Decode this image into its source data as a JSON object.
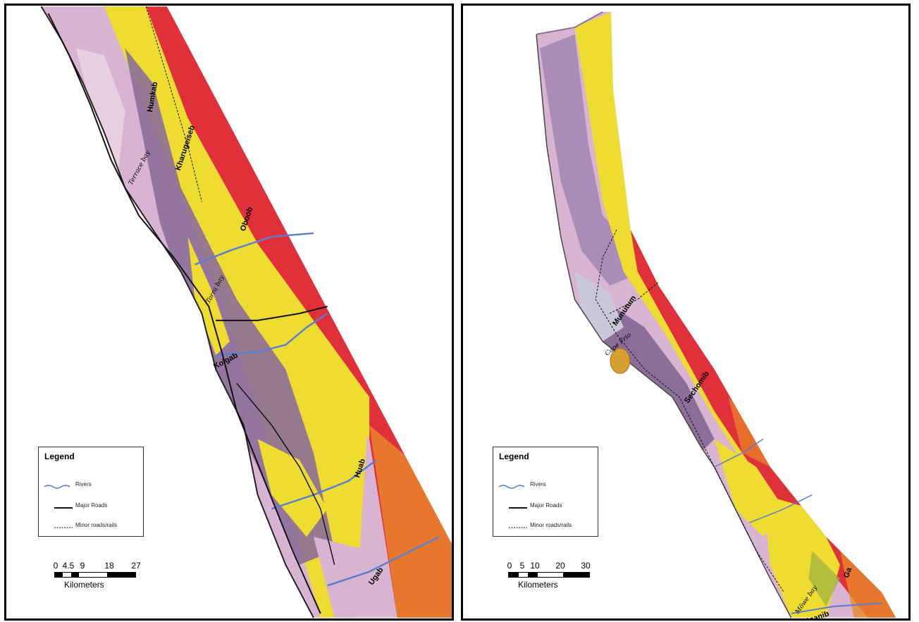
{
  "left_map": {
    "places": {
      "humkab": "Humkab",
      "kharugeiseb": "Kharugeiseb",
      "terrace_bay": "Terrace bay",
      "oboob": "Oboob",
      "torra_bay": "Torra bay",
      "koigab": "Koigab",
      "huab": "Huab",
      "ugab": "Ugab"
    },
    "legend": {
      "title": "Legend",
      "rivers": "Rivers",
      "major_roads": "Major Roads",
      "minor_roads": "Minor roads/rails"
    },
    "scale": {
      "ticks": [
        "0",
        "4.5",
        "9",
        "18",
        "27"
      ],
      "unit": "Kilometers"
    }
  },
  "right_map": {
    "places": {
      "munutum": "Munutum",
      "cape_frio": "Cape Frio",
      "sechomib": "Sechomib",
      "moewe_bay": "Möwe bay",
      "ga": "Ga",
      "hoanib": "Hoanib"
    },
    "legend": {
      "title": "Legend",
      "rivers": "Rivers",
      "major_roads": "Major Roads",
      "minor_roads": "Minor roads/rails"
    },
    "scale": {
      "ticks": [
        "0",
        "5",
        "10",
        "20",
        "30"
      ],
      "unit": "Kilometers"
    }
  },
  "colors": {
    "red_zone": "#e0303a",
    "yellow_zone": "#eedd30",
    "purple_zone": "#8c6e9a",
    "pink_zone": "#d8b4d2",
    "orange_zone": "#e88a2a",
    "river": "#5a7fd0",
    "road": "#111111"
  }
}
